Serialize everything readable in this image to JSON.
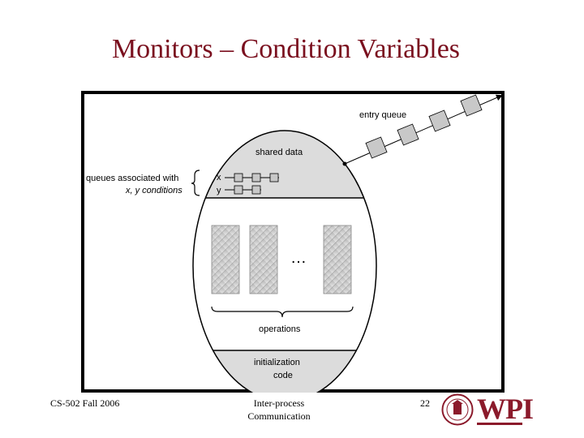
{
  "slide": {
    "title": "Monitors – Condition Variables"
  },
  "diagram": {
    "entry_queue_label": "entry queue",
    "shared_data_label": "shared data",
    "queues_label_line1": "queues associated with",
    "queues_label_line2": "x, y conditions",
    "queue_x_label": "x",
    "queue_y_label": "y",
    "ellipsis": "…",
    "operations_label": "operations",
    "init_label_line1": "initialization",
    "init_label_line2": "code"
  },
  "footer": {
    "course": "CS-502 Fall 2006",
    "topic_line1": "Inter-process",
    "topic_line2": "Communication",
    "page_number": "22"
  },
  "logo": {
    "text": "WPI",
    "color": "#8b1a2b"
  },
  "colors": {
    "title": "#7a0f1e",
    "figure_border": "#000000",
    "queue_box_fill": "#c8c8c8",
    "section_fill": "#dcdcdc"
  }
}
